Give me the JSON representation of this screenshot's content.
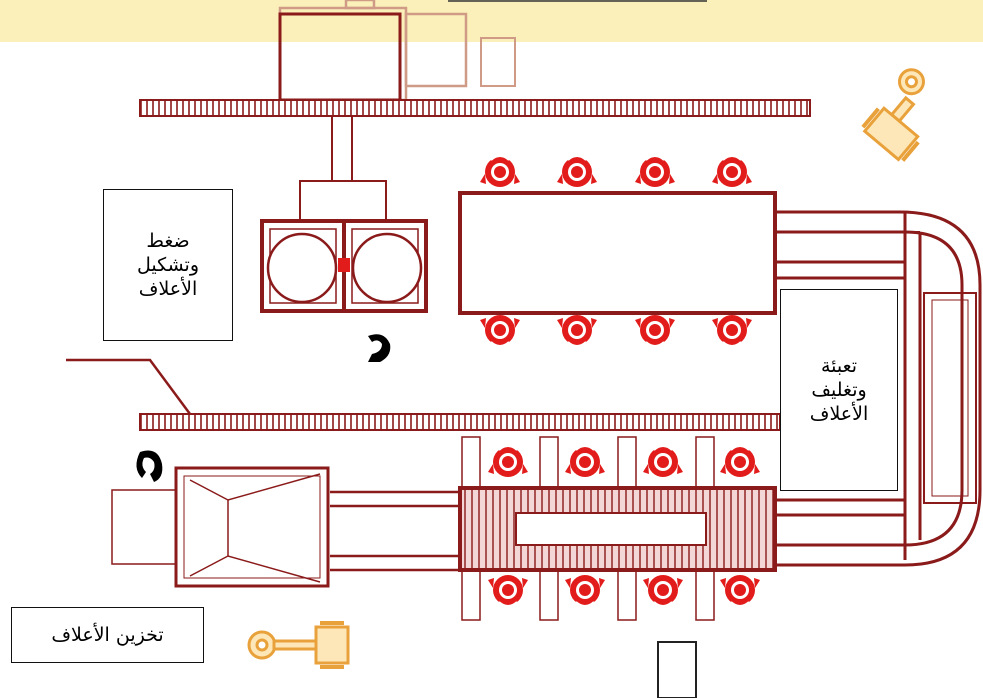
{
  "labels": {
    "pressing": "ضغط\nوتشكيل\nالأعلاف",
    "packaging": "تعبئة\nوتغليف\nالأعلاف",
    "storage": "تخزين الأعلاف"
  },
  "colors": {
    "banner": "#fbf0b9",
    "machine": "#8b1a1a",
    "worker": "#e21b1b",
    "forklift": "#e9a23b",
    "frame": "#cf9b86"
  },
  "icons": [
    "forklift-icon",
    "worker-icon",
    "mouse-icon",
    "shoe-icon"
  ]
}
